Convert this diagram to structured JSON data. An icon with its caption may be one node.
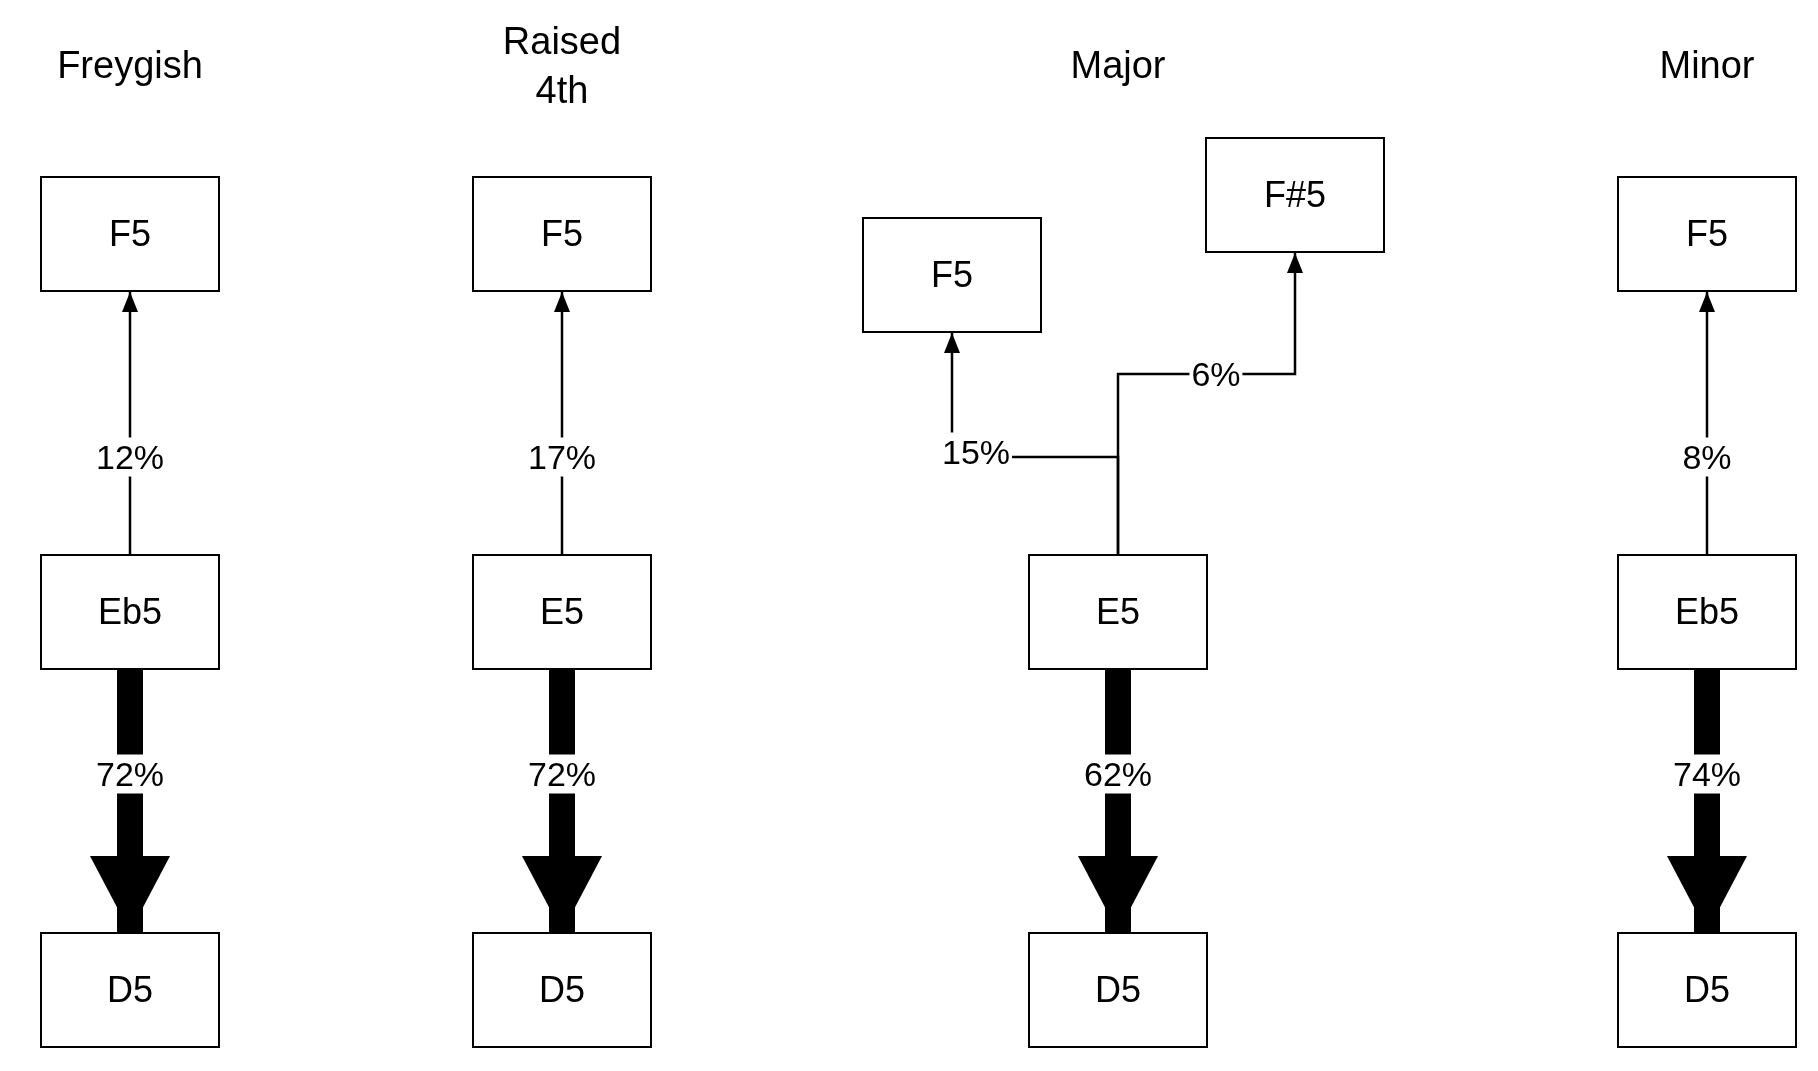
{
  "diagram": {
    "nodes": [
      {
        "text": [
          "F5"
        ]
      },
      {
        "text": [
          "Eb5"
        ]
      },
      {
        "text": [
          "D5"
        ]
      },
      {
        "text": [
          "F5"
        ]
      },
      {
        "text": [
          "E5"
        ]
      },
      {
        "text": [
          "D5"
        ]
      },
      {
        "text": [
          "F5"
        ]
      },
      {
        "text": [
          "F#5"
        ]
      },
      {
        "text": [
          "E5"
        ]
      },
      {
        "text": [
          "D5"
        ]
      },
      {
        "text": [
          "F5"
        ]
      },
      {
        "text": [
          "Eb5"
        ]
      },
      {
        "text": [
          "D5"
        ]
      }
    ],
    "edges": [
      {
        "from": 1,
        "to": 0,
        "arrow": "to",
        "label": "12%"
      },
      {
        "from": 1,
        "to": 2,
        "arrow": "to",
        "label": "72%",
        "style": "thick"
      },
      {
        "from": 4,
        "to": 3,
        "arrow": "to",
        "label": "17%"
      },
      {
        "from": 4,
        "to": 5,
        "arrow": "to",
        "label": "72%",
        "style": "thick"
      },
      {
        "from": 8,
        "to": 6,
        "arrow": "to",
        "label": "15%"
      },
      {
        "from": 8,
        "to": 7,
        "arrow": "to",
        "label": "6%"
      },
      {
        "from": 8,
        "to": 9,
        "arrow": "to",
        "label": "62%",
        "style": "thick"
      },
      {
        "from": 11,
        "to": 10,
        "arrow": "to",
        "label": "8%"
      },
      {
        "from": 11,
        "to": 12,
        "arrow": "to",
        "label": "74%",
        "style": "thick"
      }
    ],
    "labels": [
      "Freygish",
      "Raised 4th",
      "Major",
      "Minor"
    ]
  }
}
